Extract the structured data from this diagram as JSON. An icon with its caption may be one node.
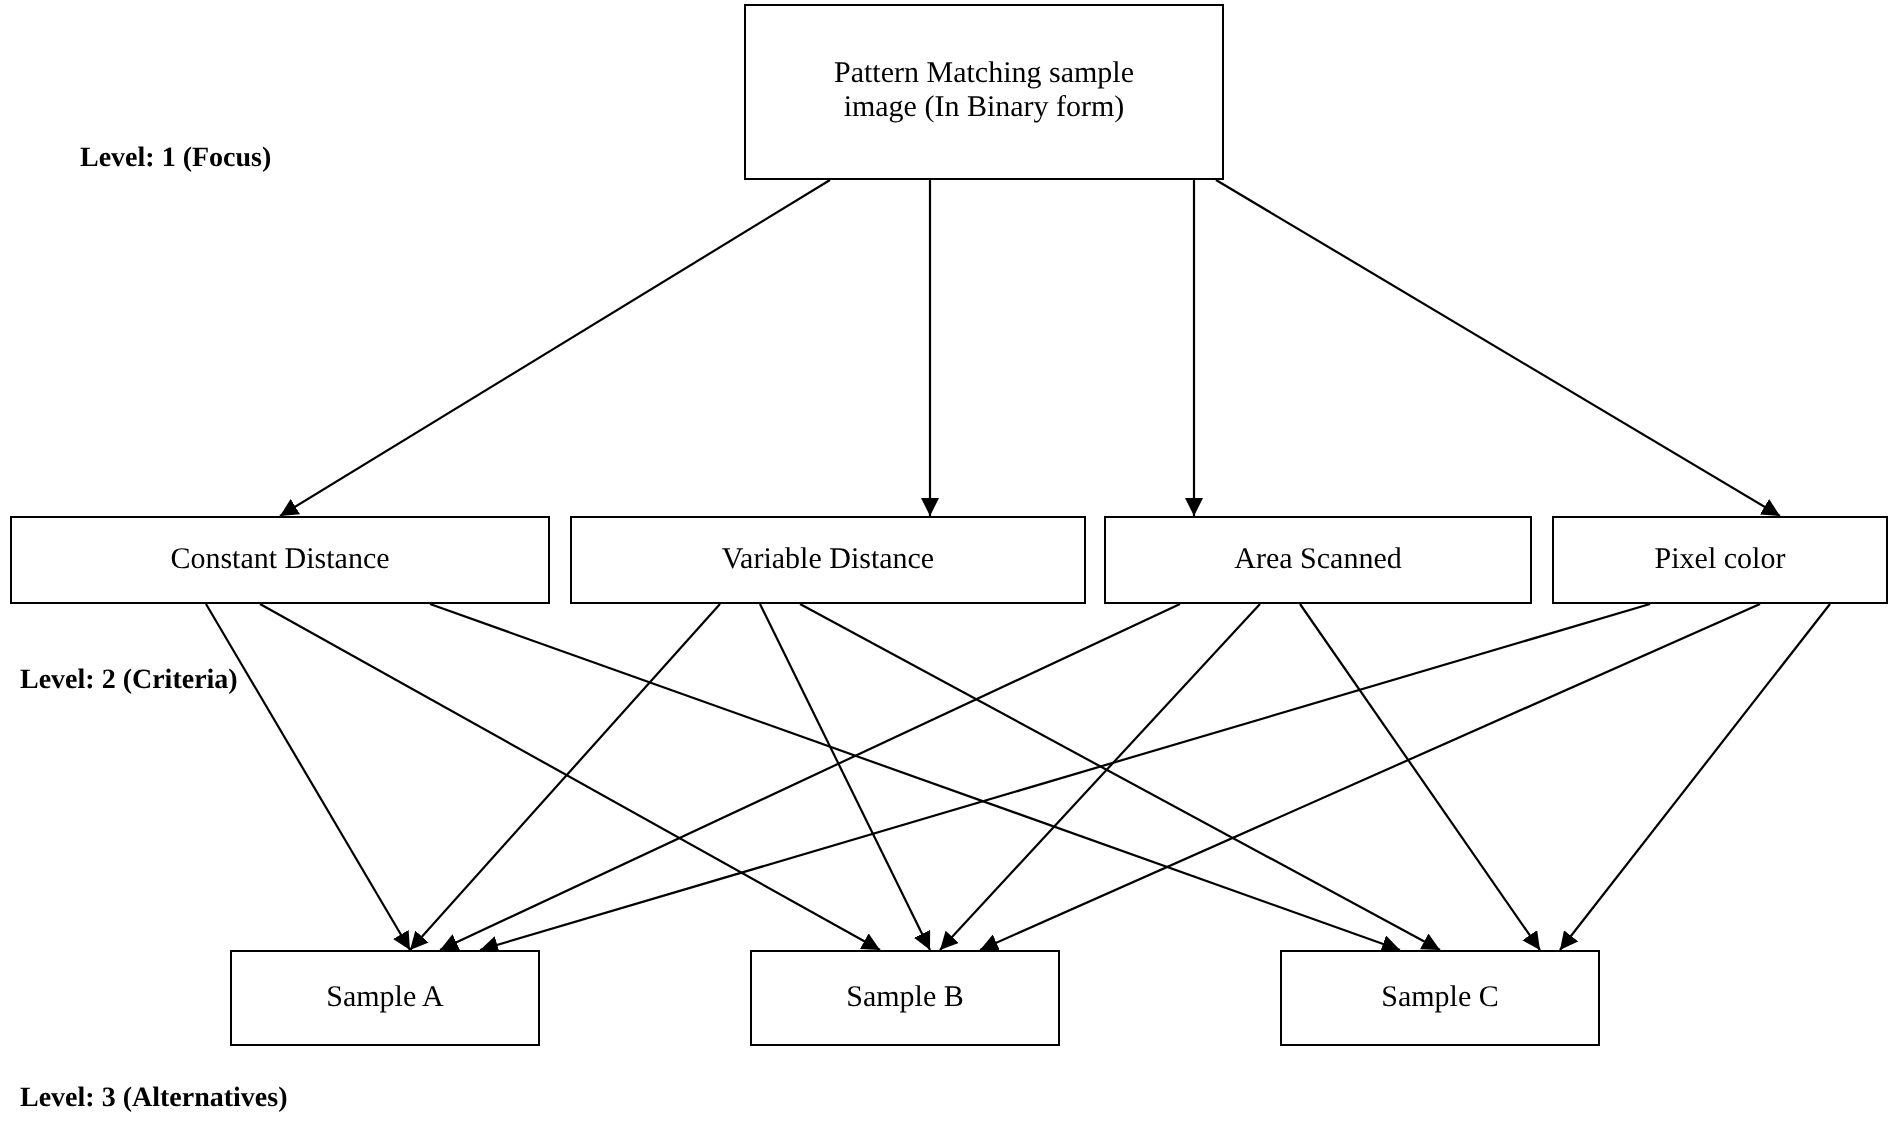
{
  "diagram": {
    "nodes": [
      {
        "text": [
          "Pattern Matching sample image (In Binary form)"
        ]
      },
      {
        "text": [
          "Constant Distance"
        ]
      },
      {
        "text": [
          "Variable Distance"
        ]
      },
      {
        "text": [
          "Area Scanned"
        ]
      },
      {
        "text": [
          "Pixel color"
        ]
      },
      {
        "text": [
          "Sample A"
        ]
      },
      {
        "text": [
          "Sample B"
        ]
      },
      {
        "text": [
          "Sample C"
        ]
      }
    ],
    "edges": [
      {
        "from": 0,
        "to": 1,
        "arrow": "to"
      },
      {
        "from": 0,
        "to": 2,
        "arrow": "to"
      },
      {
        "from": 0,
        "to": 3,
        "arrow": "to"
      },
      {
        "from": 0,
        "to": 4,
        "arrow": "to"
      },
      {
        "from": 1,
        "to": 5,
        "arrow": "to"
      },
      {
        "from": 1,
        "to": 6,
        "arrow": "to"
      },
      {
        "from": 1,
        "to": 7,
        "arrow": "to"
      },
      {
        "from": 2,
        "to": 5,
        "arrow": "to"
      },
      {
        "from": 2,
        "to": 6,
        "arrow": "to"
      },
      {
        "from": 2,
        "to": 7,
        "arrow": "to"
      },
      {
        "from": 3,
        "to": 5,
        "arrow": "to"
      },
      {
        "from": 3,
        "to": 6,
        "arrow": "to"
      },
      {
        "from": 3,
        "to": 7,
        "arrow": "to"
      },
      {
        "from": 4,
        "to": 5,
        "arrow": "to"
      },
      {
        "from": 4,
        "to": 6,
        "arrow": "to"
      },
      {
        "from": 4,
        "to": 7,
        "arrow": "to"
      }
    ],
    "labels": [
      "Level: 1 (Focus)",
      "Level: 2 (Criteria)",
      "Level: 3 (Alternatives)"
    ]
  }
}
